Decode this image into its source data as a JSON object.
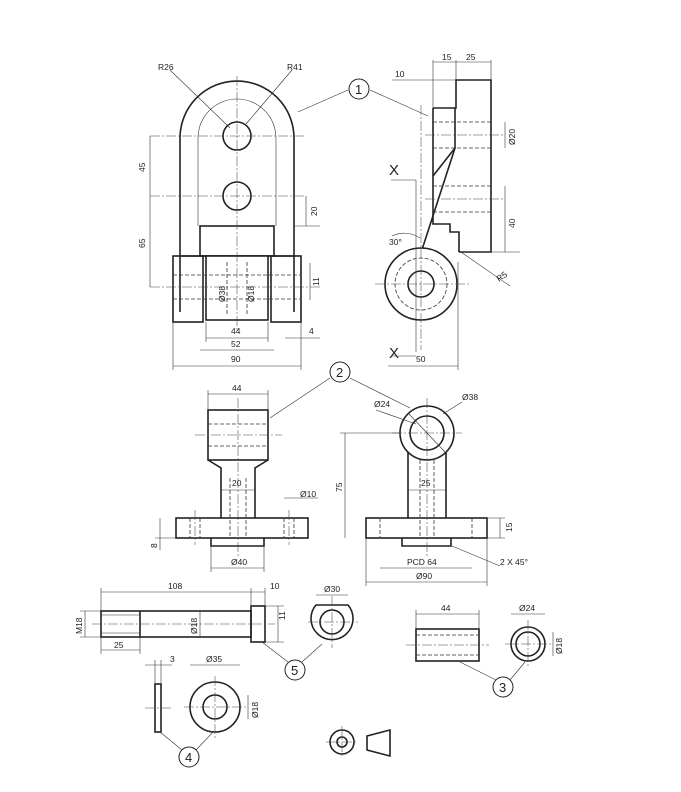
{
  "parts": [
    {
      "label": "1"
    },
    {
      "label": "2"
    },
    {
      "label": "3"
    },
    {
      "label": "4"
    },
    {
      "label": "5"
    }
  ],
  "section_marks": {
    "top": "X",
    "bottom": "X"
  },
  "view_1_front": {
    "r_inner": "R26",
    "r_outer": "R41",
    "h_upper": "45",
    "h_lower": "65",
    "slot_depth": "20",
    "bore": "Ø38",
    "pin": "Ø18",
    "lug_height": "11",
    "inner_width": "44",
    "slot_width": "52",
    "overall_width": "90",
    "gap": "4"
  },
  "view_1_side": {
    "lip": "10",
    "boss": "15",
    "block": "25",
    "hole": "Ø20",
    "height": "40",
    "angle": "30°",
    "fillet": "R5",
    "length": "50"
  },
  "view_2_front": {
    "head_width": "44",
    "neck": "20",
    "hole": "Ø10",
    "flange": "8",
    "spigot": "Ø40"
  },
  "view_2_side": {
    "bore": "Ø24",
    "boss": "Ø38",
    "height": "75",
    "neck": "25",
    "flange": "15",
    "pcd": "PCD 64",
    "chamfer": "2 X 45°",
    "flange_dia": "Ø90"
  },
  "view_5_bolt": {
    "length": "108",
    "head": "10",
    "thread": "M18",
    "thread_len": "25",
    "shank": "Ø18",
    "head_h": "11",
    "head_dia": "Ø30"
  },
  "view_3_bush": {
    "length": "44",
    "outer": "Ø24",
    "inner": "Ø18"
  },
  "view_4_washer": {
    "thickness": "3",
    "outer": "Ø35",
    "inner": "Ø18"
  }
}
